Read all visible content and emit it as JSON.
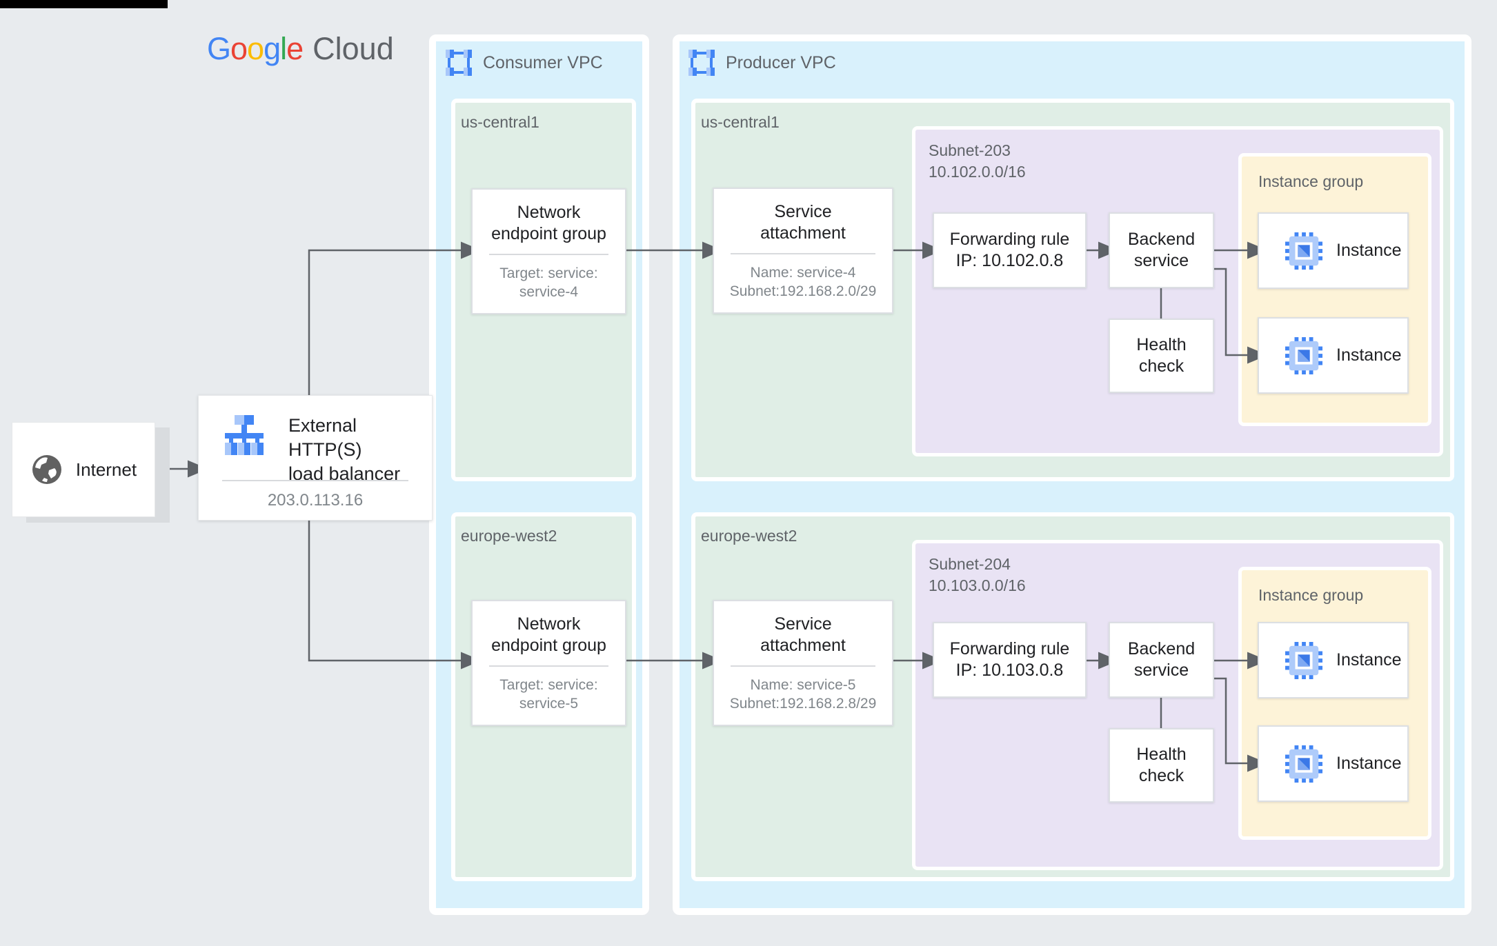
{
  "colors": {
    "google_blue": "#4285F4",
    "google_red": "#EA4335",
    "google_yellow": "#FBBC05",
    "google_green": "#34A853",
    "vpc_bg": "#D9F1FC",
    "region_bg": "#E0EEE6",
    "subnet_bg": "#E9E3F4",
    "instance_group_bg": "#FDF3D8",
    "node_bg": "#FFFFFF",
    "arrow": "#5F6368",
    "label_gray": "#5F6368",
    "sub_text_gray": "#80868B",
    "icon_blue": "#4285F4",
    "icon_light_blue": "#A8C7FA"
  },
  "icons": {
    "internet": "globe-icon",
    "load_balancer": "load-balancer-icon",
    "vpc": "vpc-network-icon",
    "instance": "compute-instance-icon"
  },
  "logo": {
    "letters": [
      {
        "ch": "G"
      },
      {
        "ch": "o"
      },
      {
        "ch": "o"
      },
      {
        "ch": "g"
      },
      {
        "ch": "l"
      },
      {
        "ch": "e"
      }
    ],
    "cloud": "Cloud"
  },
  "internet": {
    "label": "Internet"
  },
  "load_balancer": {
    "title_lines": [
      "External HTTP(S)",
      "load balancer"
    ],
    "ip": "203.0.113.16"
  },
  "consumer_vpc": {
    "label": "Consumer VPC",
    "regions": [
      {
        "name": "us-central1",
        "neg": {
          "title_lines": [
            "Network",
            "endpoint group"
          ],
          "sub_lines": [
            "Target: service:",
            "service-4"
          ]
        }
      },
      {
        "name": "europe-west2",
        "neg": {
          "title_lines": [
            "Network",
            "endpoint group"
          ],
          "sub_lines": [
            "Target: service:",
            "service-5"
          ]
        }
      }
    ]
  },
  "producer_vpc": {
    "label": "Producer VPC",
    "regions": [
      {
        "name": "us-central1",
        "service_attachment": {
          "title_lines": [
            "Service",
            "attachment"
          ],
          "sub_lines": [
            "Name: service-4",
            "Subnet:192.168.2.0/29"
          ]
        },
        "subnet": {
          "name": "Subnet-203",
          "cidr": "10.102.0.0/16"
        },
        "forwarding_rule": {
          "lines": [
            "Forwarding rule",
            "IP: 10.102.0.8"
          ]
        },
        "backend_service": {
          "lines": [
            "Backend",
            "service"
          ]
        },
        "health_check": {
          "lines": [
            "Health",
            "check"
          ]
        },
        "instance_group": {
          "label": "Instance group",
          "instances": [
            {
              "label": "Instance"
            },
            {
              "label": "Instance"
            }
          ]
        }
      },
      {
        "name": "europe-west2",
        "service_attachment": {
          "title_lines": [
            "Service",
            "attachment"
          ],
          "sub_lines": [
            "Name: service-5",
            "Subnet:192.168.2.8/29"
          ]
        },
        "subnet": {
          "name": "Subnet-204",
          "cidr": "10.103.0.0/16"
        },
        "forwarding_rule": {
          "lines": [
            "Forwarding rule",
            "IP: 10.103.0.8"
          ]
        },
        "backend_service": {
          "lines": [
            "Backend",
            "service"
          ]
        },
        "health_check": {
          "lines": [
            "Health",
            "check"
          ]
        },
        "instance_group": {
          "label": "Instance group",
          "instances": [
            {
              "label": "Instance"
            },
            {
              "label": "Instance"
            }
          ]
        }
      }
    ]
  }
}
